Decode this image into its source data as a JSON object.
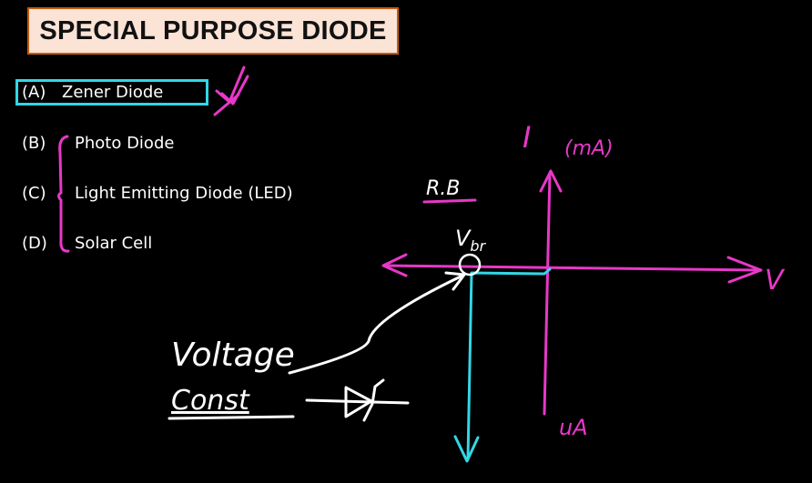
{
  "title": "SPECIAL PURPOSE DIODE",
  "items": [
    {
      "tag": "(A)",
      "label": "Zener Diode"
    },
    {
      "tag": "(B)",
      "label": "Photo Diode"
    },
    {
      "tag": "(C)",
      "label": "Light Emitting Diode (LED)"
    },
    {
      "tag": "(D)",
      "label": "Solar Cell"
    }
  ],
  "graph": {
    "y_axis_label": "I",
    "y_unit_label": "(mA)",
    "x_axis_label": "V",
    "bottom_unit_label": "uA",
    "region_label": "R.B",
    "breakdown_label": "V",
    "breakdown_subscript": "br"
  },
  "note": {
    "line1": "Voltage",
    "line2": "Const"
  },
  "colors": {
    "title_bg": "#fbe3d6",
    "title_border": "#c55a11",
    "highlight": "#33d6e6",
    "magenta_ink": "#e838c8",
    "cyan_ink": "#33d6e6",
    "white_ink": "#ffffff"
  }
}
